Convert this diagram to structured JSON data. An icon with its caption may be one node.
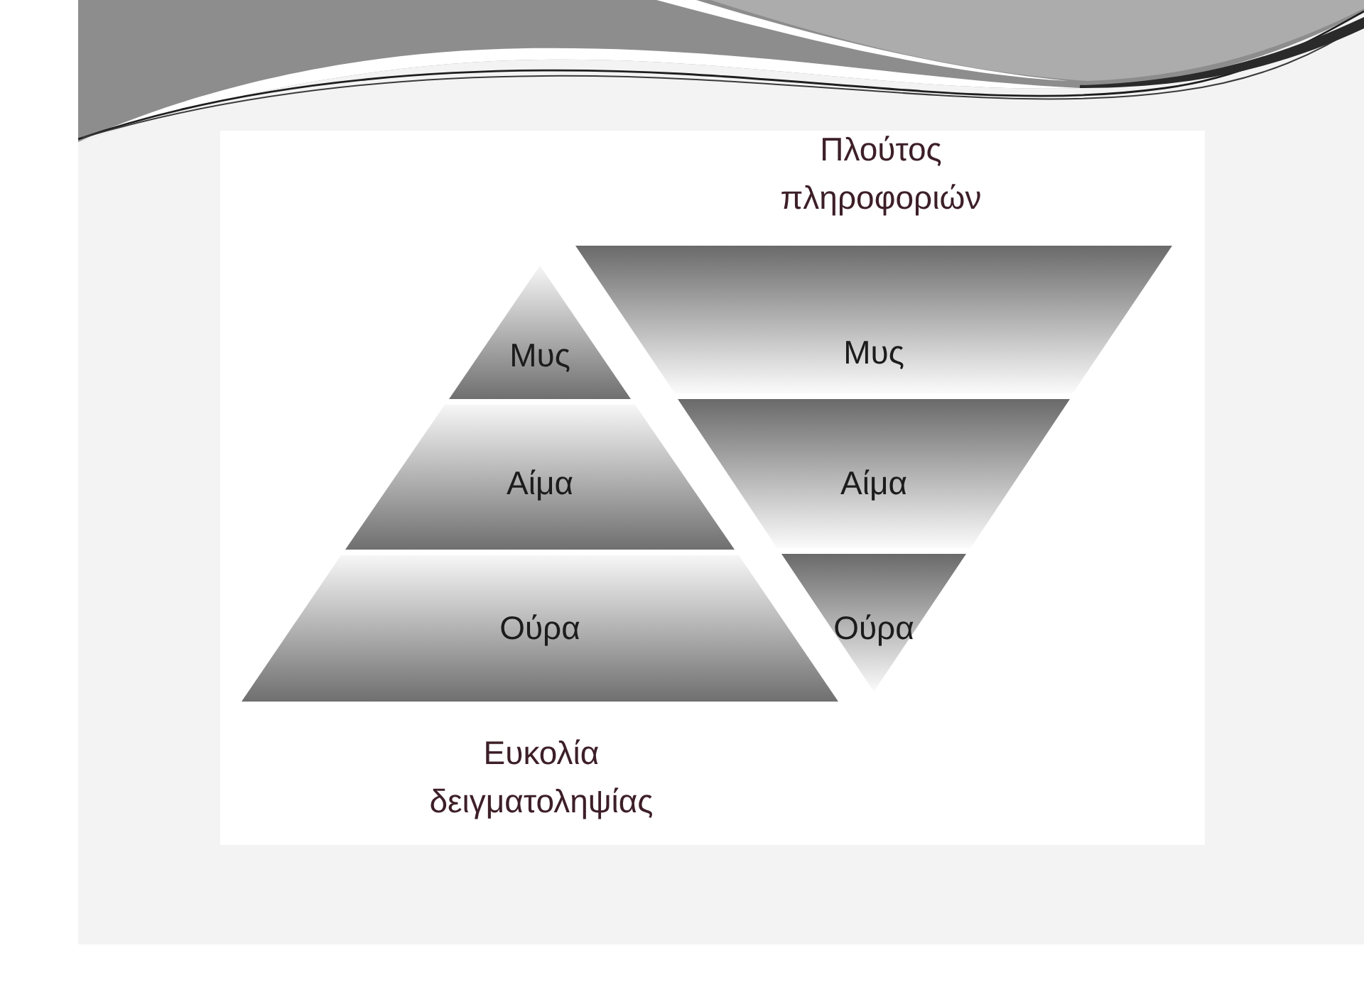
{
  "diagram": {
    "nodes": [
      {
        "text": [
          "Μυς"
        ]
      },
      {
        "text": [
          "Αίμα"
        ]
      },
      {
        "text": [
          "Ούρα"
        ]
      },
      {
        "text": [
          "Μυς"
        ]
      },
      {
        "text": [
          "Αίμα"
        ]
      },
      {
        "text": [
          "Ούρα"
        ]
      }
    ],
    "labels": [
      "Πλούτος πληροφοριών",
      "Ευκολία δειγματοληψίας"
    ]
  }
}
